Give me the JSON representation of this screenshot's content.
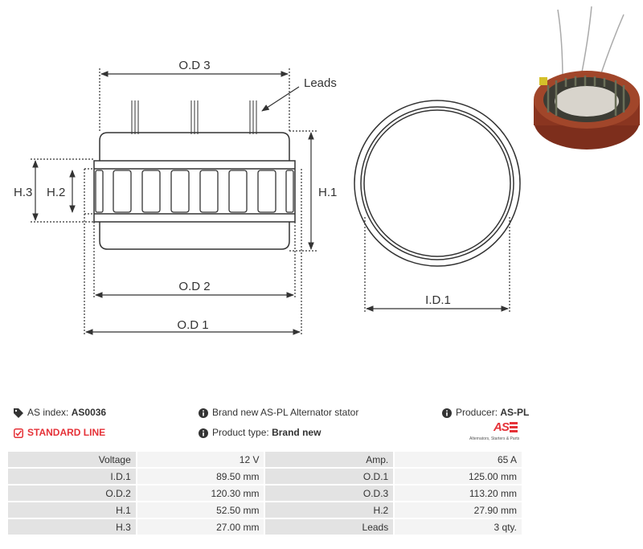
{
  "drawing": {
    "labels": {
      "od3": "O.D 3",
      "leads": "Leads",
      "h1": "H.1",
      "h2": "H.2",
      "h3": "H.3",
      "od2": "O.D 2",
      "od1": "O.D 1",
      "id1": "I.D.1"
    }
  },
  "info": {
    "as_index_label": "AS index:",
    "as_index_value": "AS0036",
    "standard_line": "STANDARD LINE",
    "description": "Brand new AS-PL Alternator stator",
    "product_type_label": "Product type:",
    "product_type_value": "Brand new",
    "producer_label": "Producer:",
    "producer_value": "AS-PL",
    "logo_text": "AS",
    "logo_tagline": "Alternators, Starters & Parts"
  },
  "colors": {
    "accent_red": "#e53238",
    "label_bg": "#e3e3e3",
    "value_bg": "#f4f4f4"
  },
  "specs": [
    {
      "l1": "Voltage",
      "v1": "12 V",
      "l2": "Amp.",
      "v2": "65 A"
    },
    {
      "l1": "I.D.1",
      "v1": "89.50 mm",
      "l2": "O.D.1",
      "v2": "125.00 mm"
    },
    {
      "l1": "O.D.2",
      "v1": "120.30 mm",
      "l2": "O.D.3",
      "v2": "113.20 mm"
    },
    {
      "l1": "H.1",
      "v1": "52.50 mm",
      "l2": "H.2",
      "v2": "27.90 mm"
    },
    {
      "l1": "H.3",
      "v1": "27.00 mm",
      "l2": "Leads",
      "v2": "3 qty."
    }
  ]
}
